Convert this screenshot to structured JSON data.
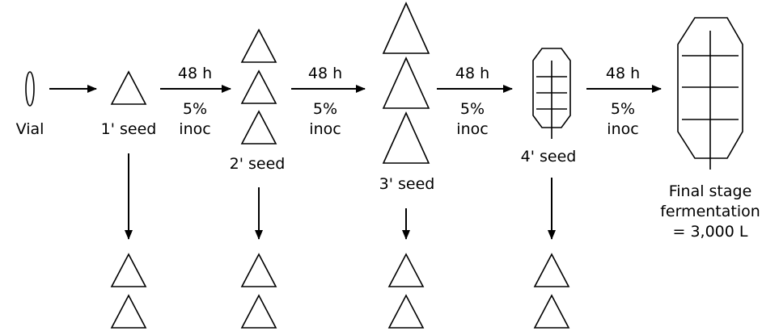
{
  "labels": {
    "vial": "Vial",
    "seed1": "1' seed",
    "seed2": "2' seed",
    "seed3": "3' seed",
    "seed4": "4' seed",
    "final_line1": "Final stage",
    "final_line2": "fermentation",
    "final_line3": "= 3,000 L"
  },
  "transfers": [
    {
      "time": "48 h",
      "amount": "5%",
      "unit": "inoc"
    },
    {
      "time": "48 h",
      "amount": "5%",
      "unit": "inoc"
    },
    {
      "time": "48 h",
      "amount": "5%",
      "unit": "inoc"
    },
    {
      "time": "48 h",
      "amount": "5%",
      "unit": "inoc"
    }
  ]
}
